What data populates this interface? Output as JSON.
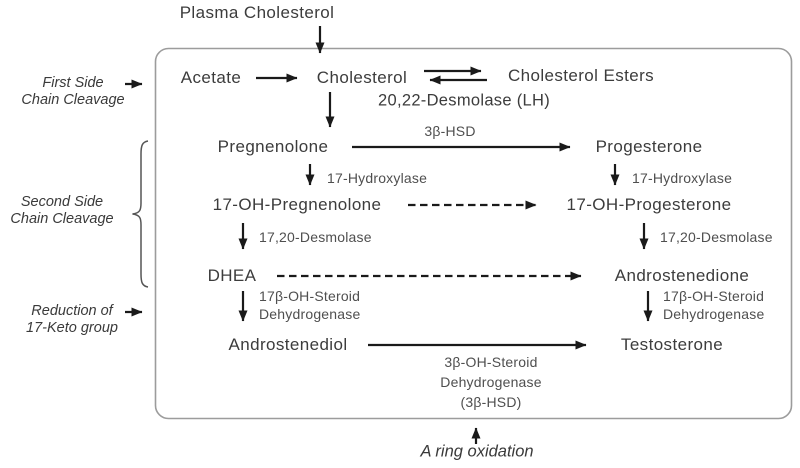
{
  "nodes": {
    "plasma_cholesterol": "Plasma Cholesterol",
    "acetate": "Acetate",
    "cholesterol": "Cholesterol",
    "cholesterol_esters": "Cholesterol Esters",
    "pregnenolone": "Pregnenolone",
    "progesterone": "Progesterone",
    "oh_pregnenolone": "17-OH-Pregnenolone",
    "oh_progesterone": "17-OH-Progesterone",
    "dhea": "DHEA",
    "androstenedione": "Androstenedione",
    "androstenediol": "Androstenediol",
    "testosterone": "Testosterone"
  },
  "enzymes": {
    "desmolase_2022": "20,22-Desmolase (LH)",
    "hsd3b": "3β-HSD",
    "hydroxylase_left": "17-Hydroxylase",
    "hydroxylase_right": "17-Hydroxylase",
    "desmolase_1720_left": "17,20-Desmolase",
    "desmolase_1720_right": "17,20-Desmolase",
    "steroid_dh_left": {
      "line1": "17β-OH-Steroid",
      "line2": "Dehydrogenase"
    },
    "steroid_dh_right": {
      "line1": "17β-OH-Steroid",
      "line2": "Dehydrogenase"
    },
    "oh_steroid_dh": {
      "line1": "3β-OH-Steroid",
      "line2": "Dehydrogenase",
      "line3": "(3β-HSD)"
    }
  },
  "annotations": {
    "first_side": {
      "line1": "First Side",
      "line2": "Chain Cleavage"
    },
    "second_side": {
      "line1": "Second Side",
      "line2": "Chain Cleavage"
    },
    "reduction": {
      "line1": "Reduction of",
      "line2": "17-Keto group"
    },
    "a_ring": "A ring oxidation"
  },
  "colors": {
    "node_text": "#3c3c3c",
    "enzyme_label": "#4f4f4f",
    "arrow": "#1a1a1a",
    "box_border": "#9c9c9c",
    "background": "#ffffff"
  }
}
